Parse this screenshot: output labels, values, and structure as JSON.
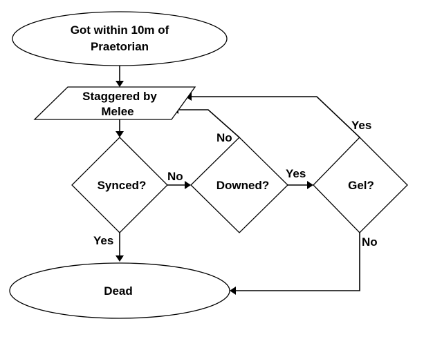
{
  "flowchart": {
    "nodes": {
      "start": {
        "lines": [
          "Got within 10m of",
          "Praetorian"
        ],
        "shape": "ellipse"
      },
      "staggered": {
        "lines": [
          "Staggered by",
          "Melee"
        ],
        "shape": "parallelogram"
      },
      "synced": {
        "label": "Synced?",
        "shape": "diamond"
      },
      "downed": {
        "label": "Downed?",
        "shape": "diamond"
      },
      "gel": {
        "label": "Gel?",
        "shape": "diamond"
      },
      "dead": {
        "label": "Dead",
        "shape": "ellipse"
      }
    },
    "edges": [
      {
        "from": "start",
        "to": "staggered",
        "label": ""
      },
      {
        "from": "staggered",
        "to": "synced",
        "label": ""
      },
      {
        "from": "synced",
        "to": "dead",
        "label": "Yes"
      },
      {
        "from": "synced",
        "to": "downed",
        "label": "No"
      },
      {
        "from": "downed",
        "to": "staggered",
        "label": "No"
      },
      {
        "from": "downed",
        "to": "gel",
        "label": "Yes"
      },
      {
        "from": "gel",
        "to": "staggered",
        "label": "Yes"
      },
      {
        "from": "gel",
        "to": "dead",
        "label": "No"
      }
    ],
    "edge_labels": {
      "synced_yes": "Yes",
      "synced_no": "No",
      "downed_no": "No",
      "downed_yes": "Yes",
      "gel_yes": "Yes",
      "gel_no": "No"
    },
    "colors": {
      "stroke": "#000000",
      "fill": "#ffffff",
      "text": "#000000"
    }
  }
}
